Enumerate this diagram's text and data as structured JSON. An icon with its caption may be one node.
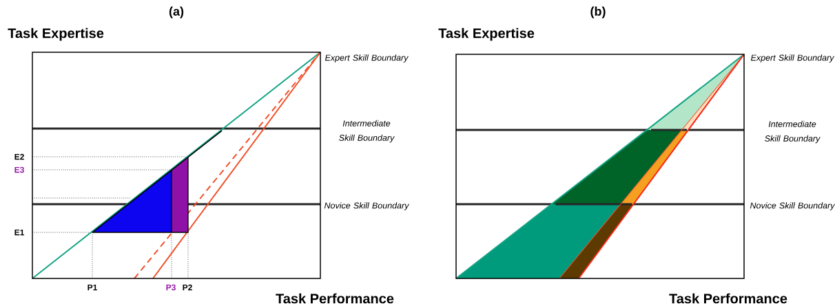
{
  "diagram": {
    "labels": [
      "(a)",
      "(b)",
      "Task Expertise",
      "Task Expertise",
      "Expert Skill Boundary",
      "Expert Skill Boundary",
      "Intermediate Skill Boundary",
      "Intermediate Skill Boundary",
      "E2",
      "E3",
      "Novice Skill Boundary",
      "Novice Skill Boundary",
      "E1",
      "P1",
      "P3",
      "P2",
      "Task Performance",
      "Task Performance"
    ]
  }
}
